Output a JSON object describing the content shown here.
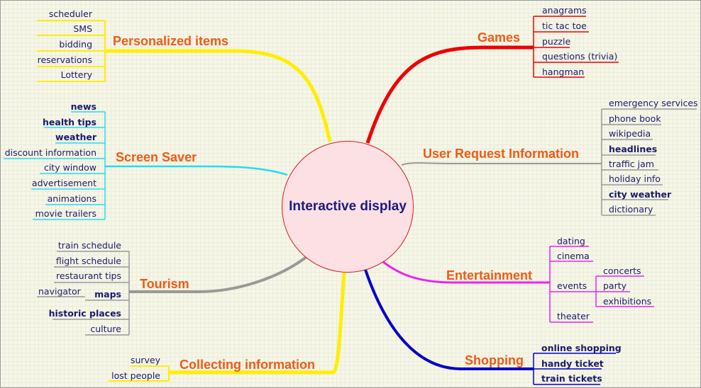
{
  "center": "Interactive display",
  "branches": {
    "personalized": {
      "label": "Personalized items",
      "color": "#ffee00",
      "items": [
        "scheduler",
        "SMS",
        "bidding",
        "reservations",
        "Lottery"
      ]
    },
    "screensaver": {
      "label": "Screen Saver",
      "color": "#22ddee",
      "items": [
        "news",
        "health tips",
        "weather",
        "discount information",
        "city window",
        "advertisement",
        "animations",
        "movie trailers"
      ]
    },
    "tourism": {
      "label": "Tourism",
      "color": "#999999",
      "items": [
        "train schedule",
        "flight schedule",
        "restaurant tips",
        "maps",
        "navigator",
        "historic places",
        "culture"
      ]
    },
    "collecting": {
      "label": "Collecting information",
      "color": "#ffee00",
      "items": [
        "survey",
        "lost people"
      ]
    },
    "games": {
      "label": "Games",
      "color": "#ee0000",
      "items": [
        "anagrams",
        "tic tac toe",
        "puzzle",
        "questions (trivia)",
        "hangman"
      ]
    },
    "userrequest": {
      "label": "User Request Information",
      "color": "#999999",
      "items": [
        "emergency services",
        "phone book",
        "wikipedia",
        "headlines",
        "traffic jam",
        "holiday info",
        "city weather",
        "dictionary"
      ]
    },
    "entertainment": {
      "label": "Entertainment",
      "color": "#ee22ee",
      "items": [
        "dating",
        "cinema",
        "events",
        "concerts",
        "party",
        "exhibitions",
        "theater"
      ]
    },
    "shopping": {
      "label": "Shopping",
      "color": "#0000cc",
      "items": [
        "online shopping",
        "handy ticket",
        "train tickets"
      ]
    }
  }
}
